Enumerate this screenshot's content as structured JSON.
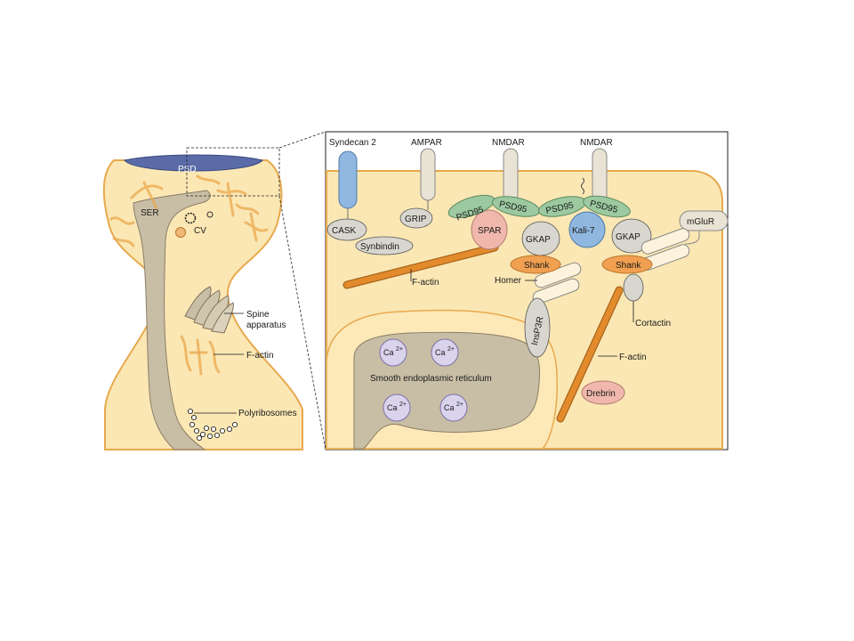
{
  "colors": {
    "cytoplasm": "#fbe7b4",
    "membrane_outline": "#e7a94e",
    "psd_band": "#5a6ba8",
    "ser_grey": "#c8bda5",
    "orange_protein": "#f0a050",
    "green_protein": "#9cc9a0",
    "grey_protein": "#d8d6cf",
    "blue_protein": "#8fb7e0",
    "pink_protein": "#f0b8ad",
    "lavender": "#d9d3ec",
    "actin_orange": "#e38b2c"
  },
  "spine": {
    "psd_label": "PSD",
    "ser_label": "SER",
    "cv_label": "CV",
    "spine_apparatus_label_1": "Spine",
    "spine_apparatus_label_2": "apparatus",
    "factin_label": "F-actin",
    "polyribosomes_label": "Polyribosomes"
  },
  "detail": {
    "receptors": {
      "syndecan": "Syndecan 2",
      "ampar": "AMPAR",
      "nmdar_1": "NMDAR",
      "nmdar_2": "NMDAR",
      "mglur": "mGluR"
    },
    "scaffold": {
      "cask": "CASK",
      "synbindin": "Synbindin",
      "grip": "GRIP",
      "psd95_1": "PSD95",
      "psd95_2": "PSD95",
      "psd95_3": "PSD95",
      "psd95_4": "PSD95",
      "spar": "SPAR",
      "gkap_1": "GKAP",
      "gkap_2": "GKAP",
      "kali7": "Kali-7",
      "shank_1": "Shank",
      "shank_2": "Shank",
      "homer": "Homer",
      "cortactin": "Cortactin",
      "insp3r": "InsP3R",
      "drebrin": "Drebrin",
      "factin_1": "F-actin",
      "factin_2": "F-actin"
    },
    "ser": {
      "label": "Smooth endoplasmic reticulum",
      "ion": "Ca",
      "charge": "2+"
    }
  }
}
